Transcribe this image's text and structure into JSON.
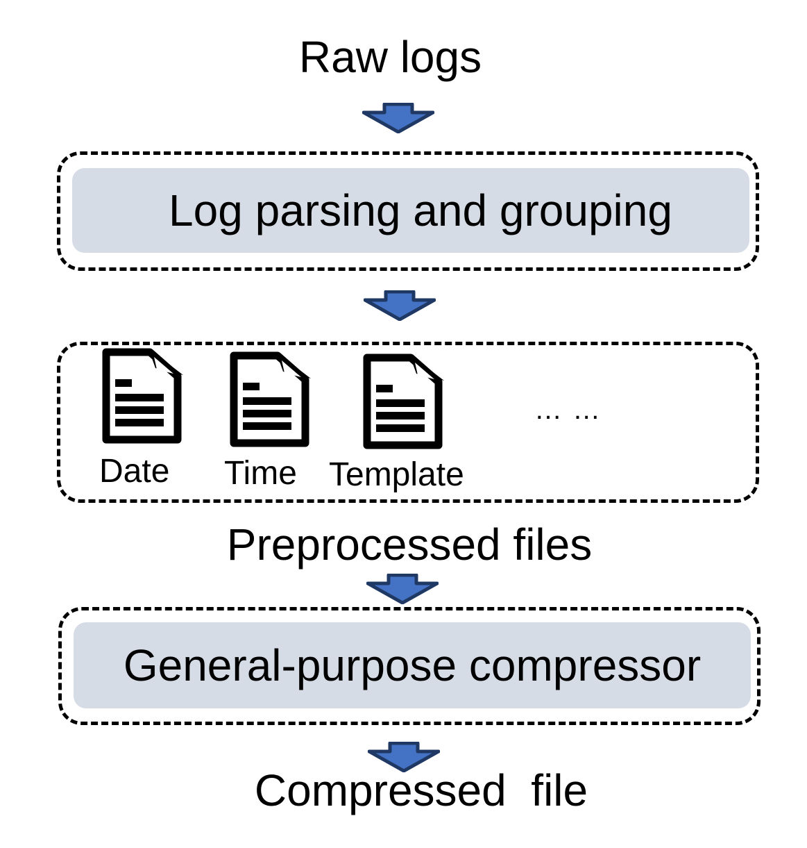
{
  "colors": {
    "process_fill": "#d6dce5",
    "arrow_fill": "#4472c4",
    "arrow_outline": "#1f3864",
    "border": "#000000"
  },
  "steps": {
    "input_label": "Raw logs",
    "parsing_label": "Log parsing and grouping",
    "preprocessed_label": "Preprocessed files",
    "compressor_label": "General-purpose compressor",
    "output_label": "Compressed  file"
  },
  "files": {
    "items": [
      {
        "label": "Date",
        "icon": "document-icon"
      },
      {
        "label": "Time",
        "icon": "document-icon"
      },
      {
        "label": "Template",
        "icon": "document-icon"
      }
    ],
    "ellipsis": "… …"
  }
}
